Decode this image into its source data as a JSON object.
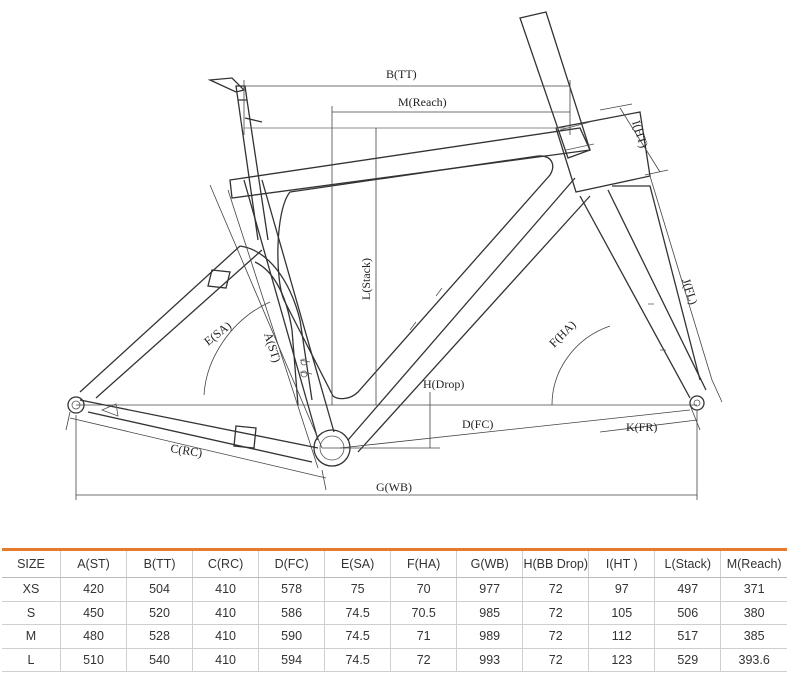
{
  "labels": {
    "tt": "B(TT)",
    "reach": "M(Reach)",
    "ht": "I(HT)",
    "fl": "J(FL)",
    "stack": "L(Stack)",
    "sa": "E(SA)",
    "st": "A(ST)",
    "ha": "F(HA)",
    "drop_h": "H",
    "drop_sub": "(Drop)",
    "fc": "D(FC)",
    "fr": "K(FR)",
    "rc": "C(RC)",
    "wb": "G(WB)"
  },
  "table": {
    "headers": [
      "SIZE",
      "A(ST)",
      "B(TT)",
      "C(RC)",
      "D(FC)",
      "E(SA)",
      "F(HA)",
      "G(WB)",
      "H(BB Drop)",
      "I(HT )",
      "L(Stack)",
      "M(Reach)"
    ],
    "rows": [
      [
        "XS",
        "420",
        "504",
        "410",
        "578",
        "75",
        "70",
        "977",
        "72",
        "97",
        "497",
        "371"
      ],
      [
        "S",
        "450",
        "520",
        "410",
        "586",
        "74.5",
        "70.5",
        "985",
        "72",
        "105",
        "506",
        "380"
      ],
      [
        "M",
        "480",
        "528",
        "410",
        "590",
        "74.5",
        "71",
        "989",
        "72",
        "112",
        "517",
        "385"
      ],
      [
        "L",
        "510",
        "540",
        "410",
        "594",
        "74.5",
        "72",
        "993",
        "72",
        "123",
        "529",
        "393.6"
      ]
    ]
  },
  "colors": {
    "table_accent": "#e77a2b",
    "line": "#333333"
  }
}
